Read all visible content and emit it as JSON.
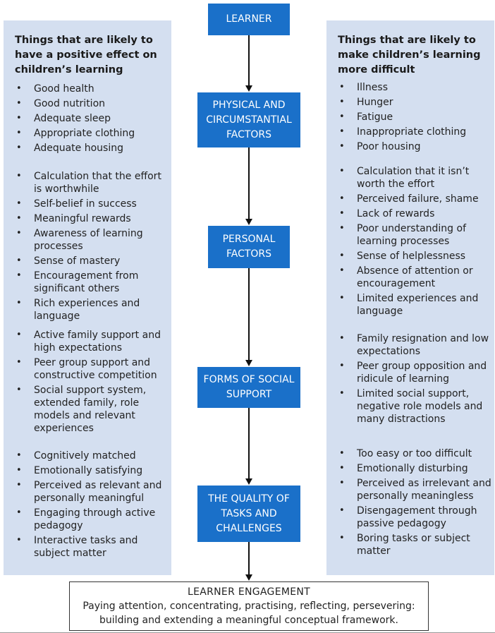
{
  "flow": {
    "learner": "LEARNER",
    "physical": "PHYSICAL AND CIRCUMSTANTIAL FACTORS",
    "personal": "PERSONAL FACTORS",
    "social": "FORMS OF SOCIAL SUPPORT",
    "quality": "THE QUALITY OF TASKS AND CHALLENGES"
  },
  "positive": {
    "title": "Things that are likely to have a positive effect on children’s learning",
    "groups": [
      [
        "Good health",
        "Good nutrition",
        "Adequate sleep",
        "Appropriate clothing",
        "Adequate housing"
      ],
      [
        "Calculation that the effort is worthwhile",
        "Self-belief in success",
        "Meaningful rewards",
        "Awareness of learning processes",
        "Sense of mastery",
        "Encouragement from significant others",
        "Rich experiences and language"
      ],
      [
        "Active family support and high expectations",
        "Peer group support and constructive competition",
        "Social support system, extended family, role models and relevant experiences"
      ],
      [
        "Cognitively matched",
        "Emotionally satisfying",
        "Perceived as relevant and personally meaningful",
        "Engaging through active pedagogy",
        "Interactive tasks and subject matter"
      ]
    ]
  },
  "negative": {
    "title": "Things that are likely to make children’s learning more difficult",
    "groups": [
      [
        "Illness",
        "Hunger",
        "Fatigue",
        "Inappropriate clothing",
        "Poor housing"
      ],
      [
        "Calculation that it isn’t worth the effort",
        "Perceived failure, shame",
        "Lack of rewards",
        "Poor understanding of learning processes",
        "Sense of helplessness",
        "Absence of attention or encouragement",
        "Limited experiences and language"
      ],
      [
        "Family resignation and low expectations",
        "Peer group opposition and ridicule of learning",
        "Limited social support, negative role models and many distractions"
      ],
      [
        "Too easy or too difficult",
        "Emotionally disturbing",
        "Perceived as irrelevant and personally meaningless",
        "Disengagement through passive pedagogy",
        "Boring tasks or subject matter"
      ]
    ]
  },
  "engagement": {
    "title": "LEARNER ENGAGEMENT",
    "line1": "Paying attention, concentrating, practising, reflecting, persevering:",
    "line2": "building and extending a meaningful conceptual framework."
  }
}
